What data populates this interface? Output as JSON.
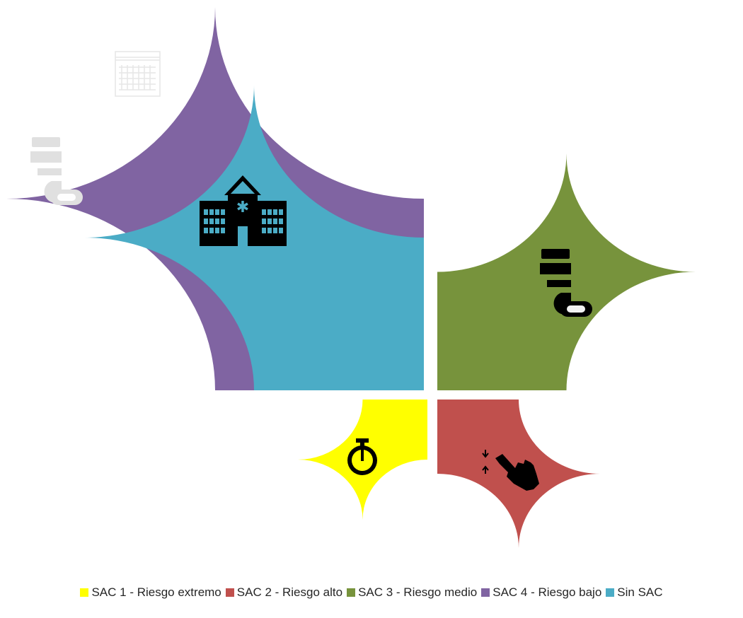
{
  "chart_data": {
    "type": "pie",
    "title": "",
    "legend_position": "bottom",
    "series": [
      {
        "name": "SAC 1 - Riesgo extremo",
        "color": "#FFFF00",
        "quadrant": "bottom-left",
        "icon": "stopwatch-icon",
        "relative_size": 0.047
      },
      {
        "name": "SAC 2 - Riesgo alto",
        "color": "#C0504D",
        "quadrant": "bottom-right",
        "icon": "hand-tap-icon",
        "relative_size": 0.086
      },
      {
        "name": "SAC 3 - Riesgo medio",
        "color": "#77933C",
        "quadrant": "top-right",
        "icon": "medicine-bottle-icon",
        "relative_size": 0.202
      },
      {
        "name": "SAC 4 - Riesgo bajo",
        "color": "#8064A2",
        "quadrant": "top-left",
        "icon": "medicine-bottle-icon",
        "relative_size": 1.0
      },
      {
        "name": "Sin SAC",
        "color": "#4BACC6",
        "quadrant": "top-left",
        "icon": "hospital-icon",
        "relative_size": 0.64
      }
    ],
    "extra_icons": [
      "calendar-icon"
    ]
  }
}
